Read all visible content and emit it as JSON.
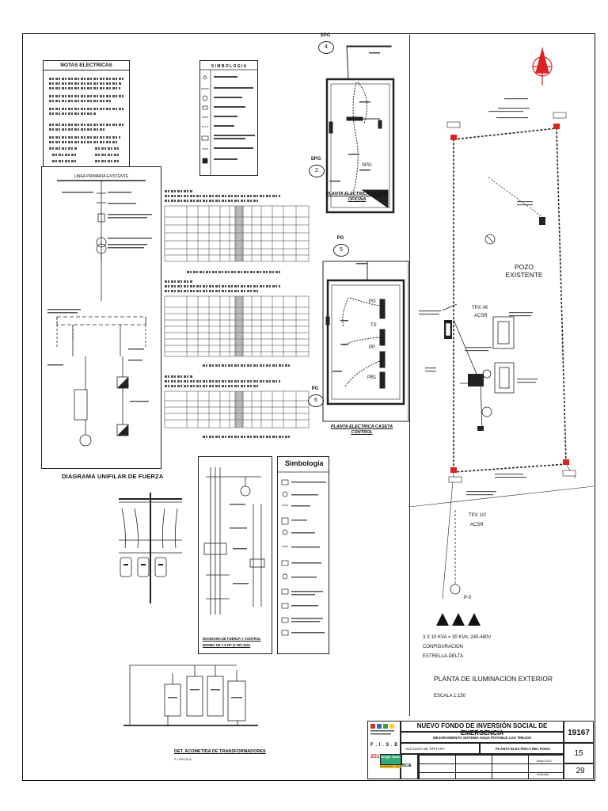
{
  "notes": {
    "title": "NOTAS ELECTRICAS"
  },
  "symbology_top": {
    "title": "S I M B O L O G I A"
  },
  "unifilar": {
    "header": "LINEA PRIMARIA EXISTENTE",
    "title": "DIAGRAMA UNIFILAR DE FUERZA"
  },
  "spg4": {
    "tag": "SPG",
    "num": "4",
    "room_label": "SPG"
  },
  "spg2": {
    "tag": "SPG",
    "num": "2"
  },
  "oficina": {
    "title_line1": "PLANTA ELECTRICA CASETA",
    "title_line2": "OFICINA"
  },
  "pg5": {
    "tag": "PG",
    "num": "5"
  },
  "pg6": {
    "tag": "PG",
    "num": "6"
  },
  "control": {
    "title_line1": "PLANTA ELECTRICA CASETA",
    "title_line2": "CONTROL",
    "panels": [
      "PG",
      "TS",
      "PP",
      "PB1"
    ]
  },
  "site": {
    "pozo": "POZO",
    "existente": "EXISTENTE",
    "tpx6": "TPX #6",
    "acsr1": "ACSR",
    "tpx10": "TPX 1/0",
    "acsr2": "ACSR",
    "p5": "P-5",
    "spec1": "3 X 10 KVA = 30 KVA; 240-480V",
    "spec2": "CONFIGURACION",
    "spec3": "ESTRELLA-DELTA",
    "title": "PLANTA DE ILUMINACION EXTERIOR",
    "scale": "ESCALA 1:150"
  },
  "simbologia2": {
    "title": "Simbología"
  },
  "control_diagram": {
    "title": "DIAGRAMA DE FUERZA Y CONTROL",
    "subtitle": "BOMBA DE 7.5 HP (3 HP) 240v"
  },
  "acometida": {
    "title": "DET. ACOMETIDA DE TRANSFORMADORES",
    "scale": "S / ESCALA"
  },
  "titleblock": {
    "org": "NUEVO FONDO DE INVERSIÓN SOCIAL DE EMERGENCIA",
    "project": "MEJORAMIENTO SISTEMA AGUA POTABLE LOS TREJOS",
    "alcaldia": "ALCALDIA DE TIPITAPA",
    "plan": "PLANTA ELECTRICA DEL POZO",
    "code": "19167",
    "sheet": "15",
    "total": "29",
    "fise": "F . I . S . E",
    "year": "2017",
    "consultant": "Sergio Yaxis Avaro",
    "consultant_role": "INGENIERO CONSULTOR",
    "firm": "BCIE",
    "date": "Mayo 2017",
    "indicada": "Indicada"
  }
}
